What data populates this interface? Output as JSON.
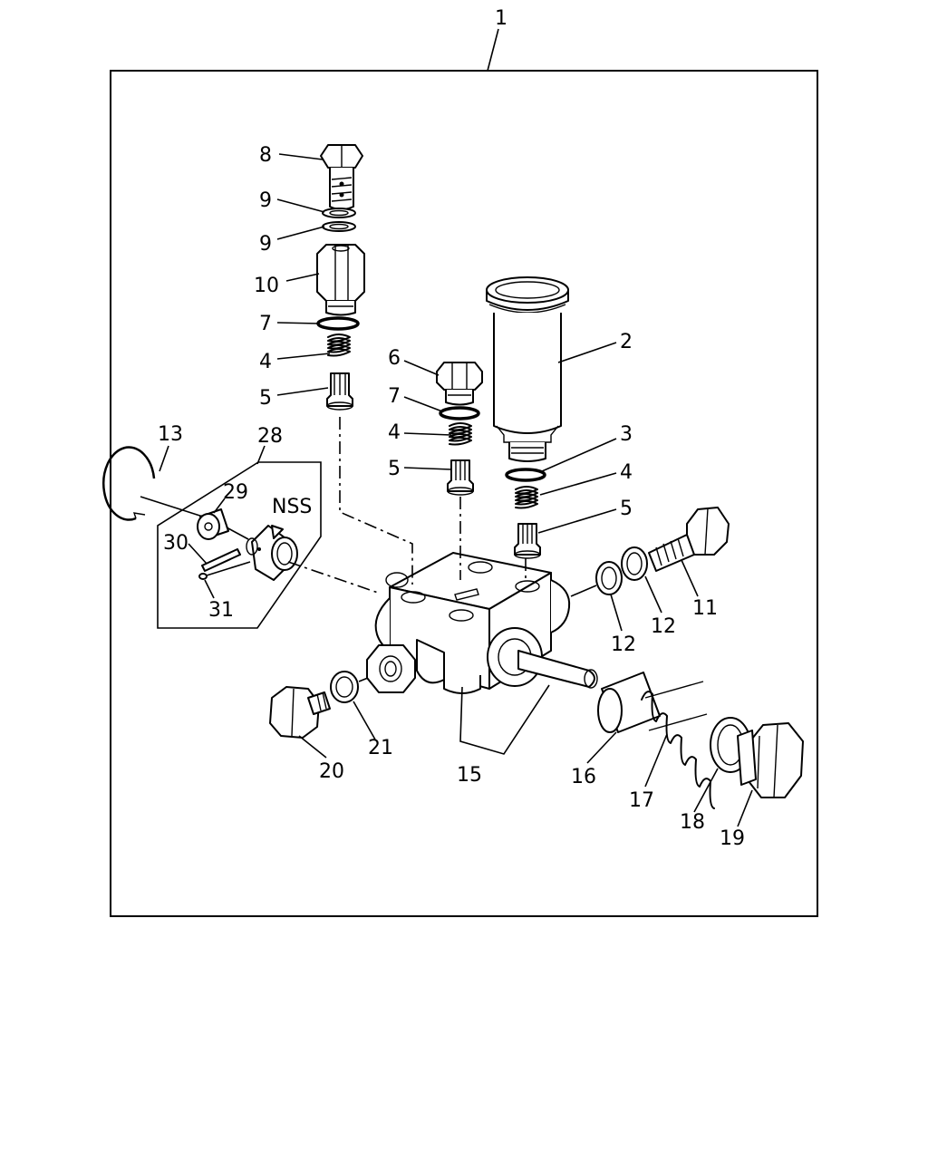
{
  "callouts": {
    "c1": "1",
    "c2": "2",
    "c3": "3",
    "c4a": "4",
    "c4b": "4",
    "c4c": "4",
    "c5a": "5",
    "c5b": "5",
    "c5c": "5",
    "c6": "6",
    "c7a": "7",
    "c7b": "7",
    "c8": "8",
    "c9a": "9",
    "c9b": "9",
    "c10": "10",
    "c11": "11",
    "c12a": "12",
    "c12b": "12",
    "c13": "13",
    "c15": "15",
    "c16": "16",
    "c17": "17",
    "c18": "18",
    "c19": "19",
    "c20": "20",
    "c21": "21",
    "c28": "28",
    "c29": "29",
    "c30": "30",
    "c31": "31"
  },
  "notes": {
    "nss": "NSS"
  }
}
